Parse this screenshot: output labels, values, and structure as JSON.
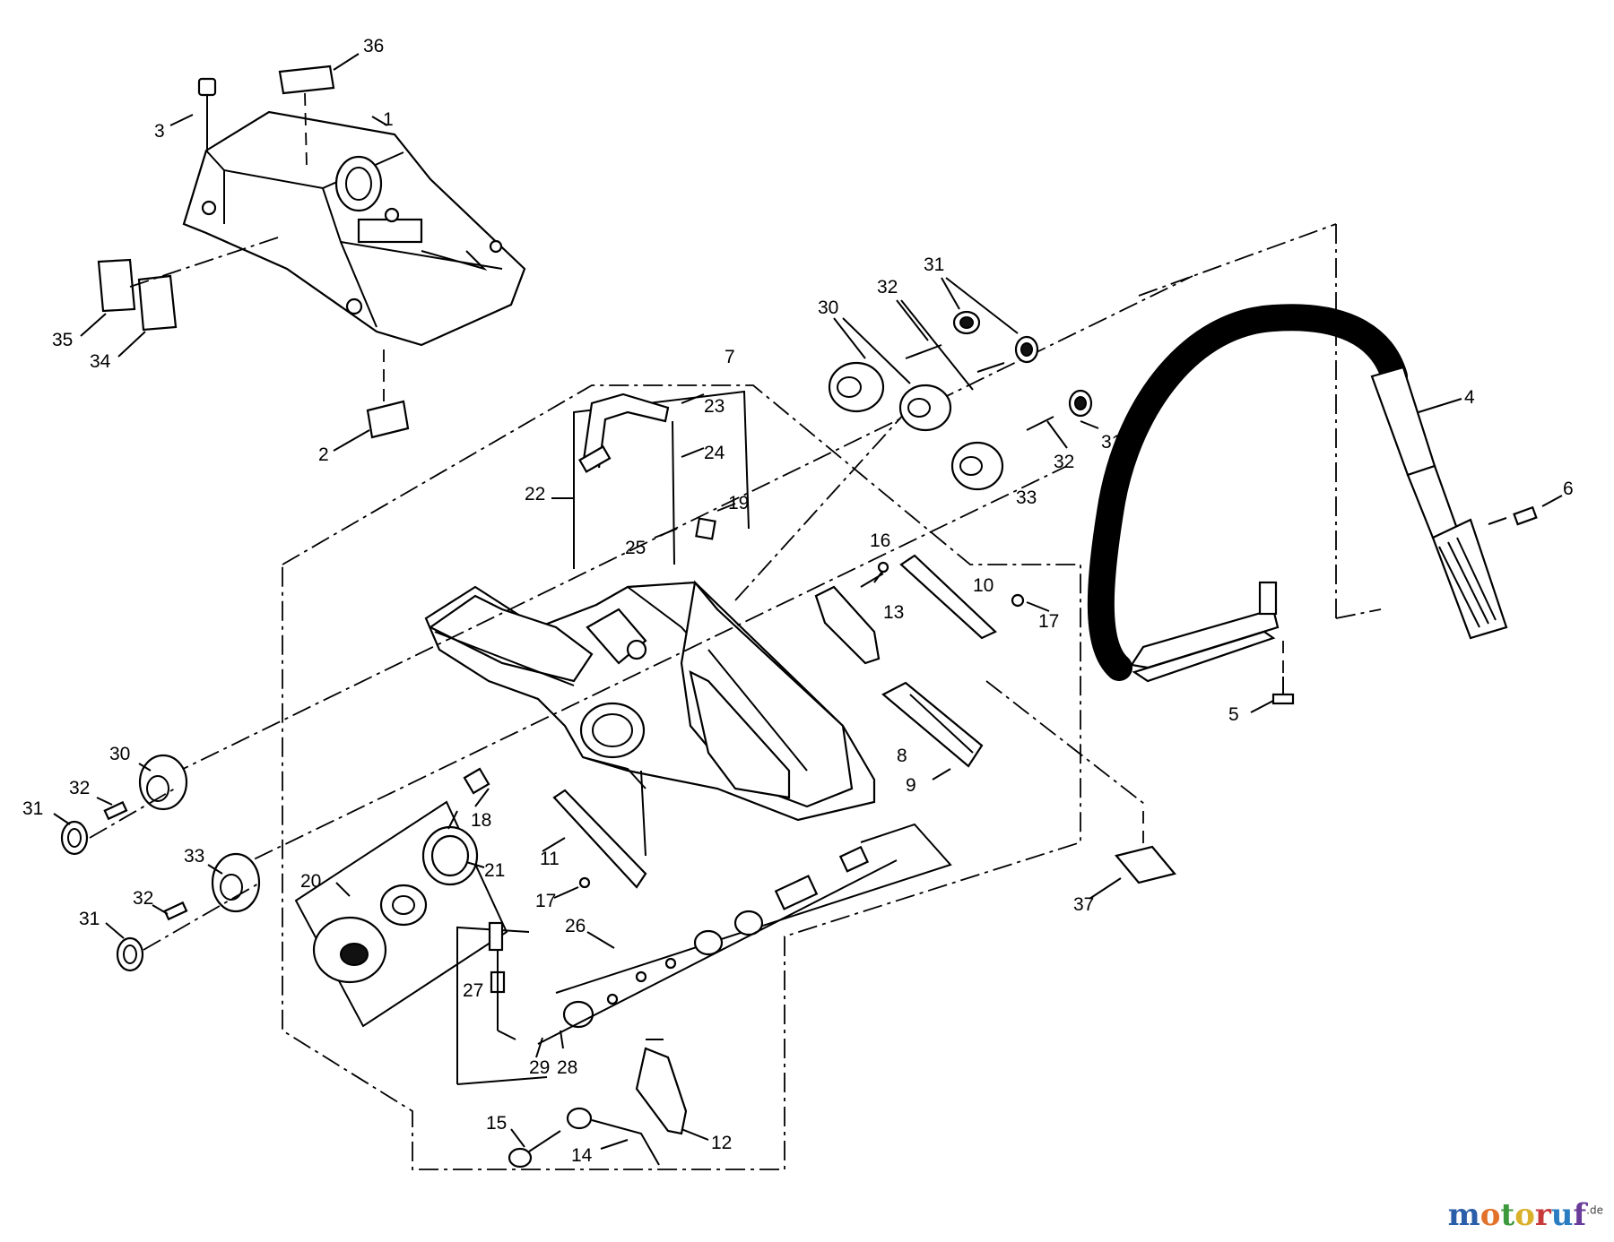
{
  "labels": [
    {
      "id": "p36",
      "text": "36"
    },
    {
      "id": "p3",
      "text": "3"
    },
    {
      "id": "p1",
      "text": "1"
    },
    {
      "id": "p35",
      "text": "35"
    },
    {
      "id": "p34",
      "text": "34"
    },
    {
      "id": "p2",
      "text": "2"
    },
    {
      "id": "p31a",
      "text": "31"
    },
    {
      "id": "p32a",
      "text": "32"
    },
    {
      "id": "p30a",
      "text": "30"
    },
    {
      "id": "p7",
      "text": "7"
    },
    {
      "id": "p23",
      "text": "23"
    },
    {
      "id": "p24",
      "text": "24"
    },
    {
      "id": "p22",
      "text": "22"
    },
    {
      "id": "p25",
      "text": "25"
    },
    {
      "id": "p19",
      "text": "19"
    },
    {
      "id": "p31b",
      "text": "31"
    },
    {
      "id": "p32b",
      "text": "32"
    },
    {
      "id": "p33a",
      "text": "33"
    },
    {
      "id": "p4",
      "text": "4"
    },
    {
      "id": "p6",
      "text": "6"
    },
    {
      "id": "p16",
      "text": "16"
    },
    {
      "id": "p10",
      "text": "10"
    },
    {
      "id": "p13",
      "text": "13"
    },
    {
      "id": "p17a",
      "text": "17"
    },
    {
      "id": "p5",
      "text": "5"
    },
    {
      "id": "p8",
      "text": "8"
    },
    {
      "id": "p9",
      "text": "9"
    },
    {
      "id": "p30b",
      "text": "30"
    },
    {
      "id": "p32c",
      "text": "32"
    },
    {
      "id": "p31c",
      "text": "31"
    },
    {
      "id": "p18",
      "text": "18"
    },
    {
      "id": "p33b",
      "text": "33"
    },
    {
      "id": "p20",
      "text": "20"
    },
    {
      "id": "p21",
      "text": "21"
    },
    {
      "id": "p11",
      "text": "11"
    },
    {
      "id": "p32d",
      "text": "32"
    },
    {
      "id": "p31d",
      "text": "31"
    },
    {
      "id": "p17b",
      "text": "17"
    },
    {
      "id": "p26a",
      "text": "26"
    },
    {
      "id": "p37",
      "text": "37"
    },
    {
      "id": "p27",
      "text": "27"
    },
    {
      "id": "p29",
      "text": "29"
    },
    {
      "id": "p28",
      "text": "28"
    },
    {
      "id": "p15",
      "text": "15"
    },
    {
      "id": "p14",
      "text": "14"
    },
    {
      "id": "p12",
      "text": "12"
    }
  ],
  "logo": {
    "m": "m",
    "o1": "o",
    "t": "t",
    "o2": "o",
    "r": "r",
    "u": "u",
    "f": "f",
    "suffix": ".de"
  }
}
